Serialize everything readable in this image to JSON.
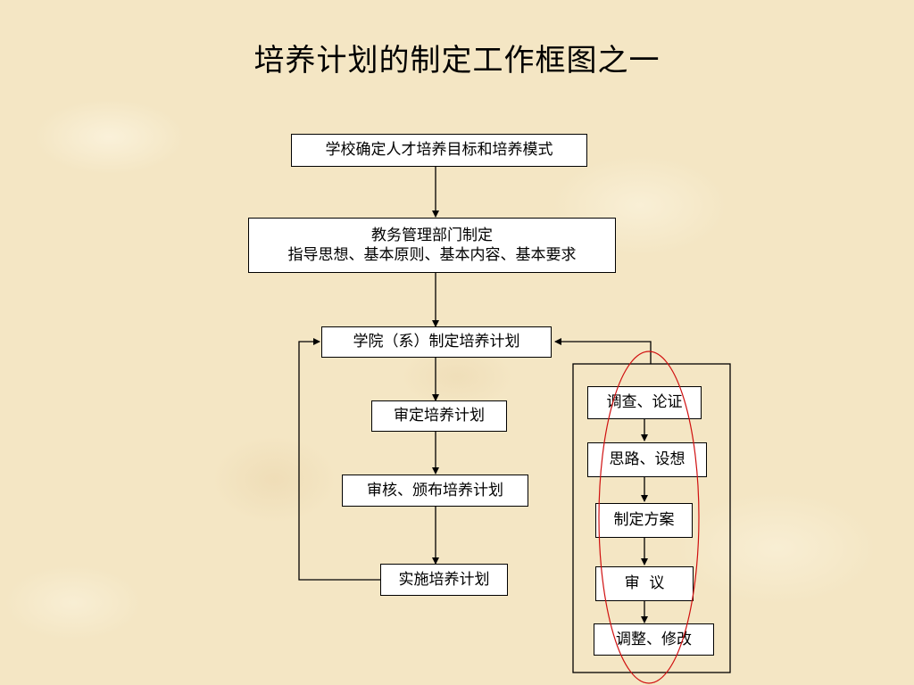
{
  "title": "培养计划的制定工作框图之一",
  "main_flow": {
    "goals": "学校确定人才培养目标和培养模式",
    "guidance_line1": "教务管理部门制定",
    "guidance_line2": "指导思想、基本原则、基本内容、基本要求",
    "college": "学院（系）制定培养计划",
    "review": "审定培养计划",
    "approve": "审核、颁布培养计划",
    "implement": "实施培养计划"
  },
  "side_flow": {
    "survey": "调查、论证",
    "ideas": "思路、设想",
    "plan": "制定方案",
    "deliberate": "审  议",
    "adjust": "调整、修改"
  },
  "colors": {
    "line": "#000000",
    "highlight_ellipse": "#d01010",
    "box_fill": "#ffffff"
  }
}
